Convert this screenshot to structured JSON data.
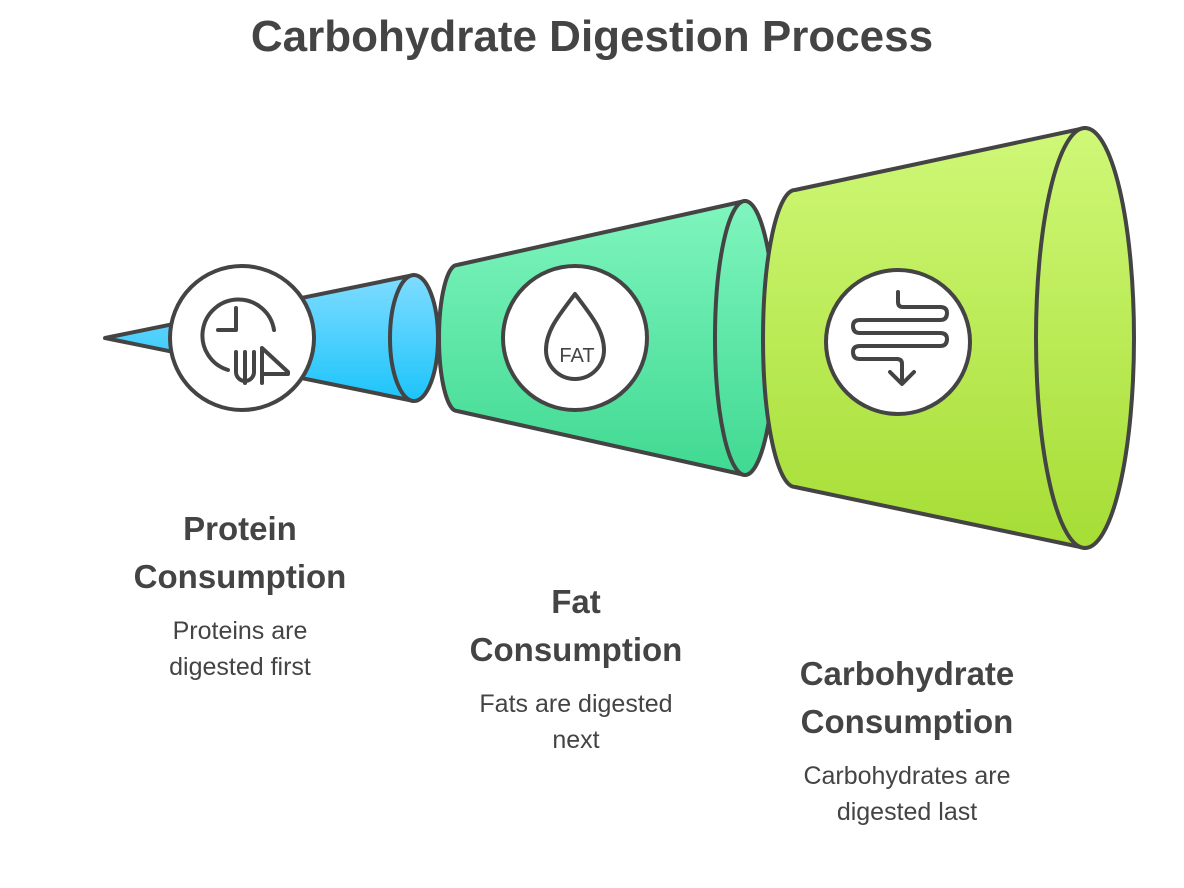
{
  "title": "Carbohydrate Digestion Process",
  "stages": [
    {
      "heading_line1": "Protein",
      "heading_line2": "Consumption",
      "desc_line1": "Proteins are",
      "desc_line2": "digested first",
      "icon": "protein-icon",
      "color": "#3cc8f5"
    },
    {
      "heading_line1": "Fat",
      "heading_line2": "Consumption",
      "desc_line1": "Fats are digested",
      "desc_line2": "next",
      "icon": "fat-drop-icon",
      "icon_text": "FAT",
      "color": "#5ce6a8"
    },
    {
      "heading_line1": "Carbohydrate",
      "heading_line2": "Consumption",
      "desc_line1": "Carbohydrates are",
      "desc_line2": "digested last",
      "icon": "intestine-icon",
      "color": "#b5e850"
    }
  ]
}
